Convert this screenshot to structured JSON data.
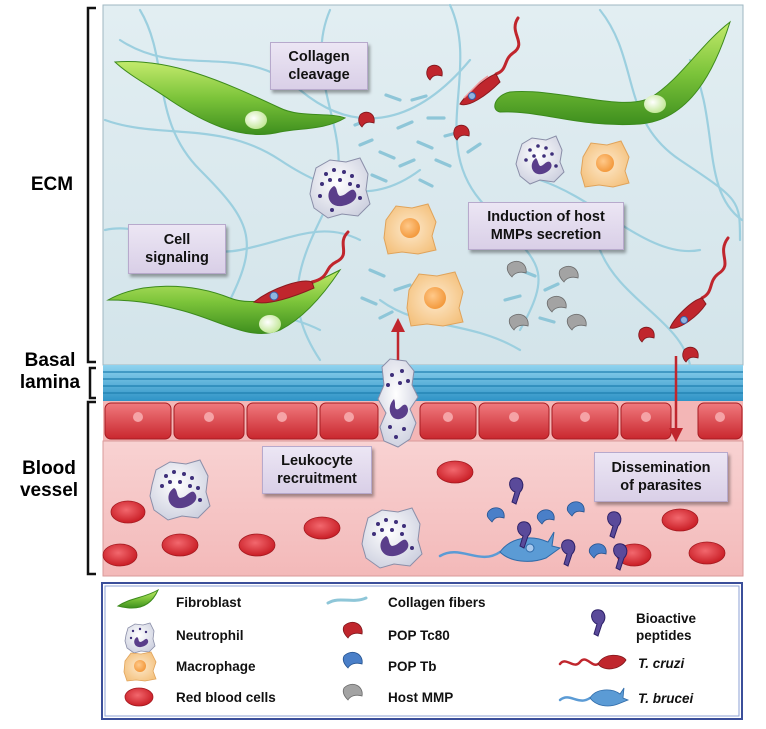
{
  "side_labels": {
    "ecm": "ECM",
    "basal_lamina": "Basal\nlamina",
    "blood_vessel": "Blood\nvessel"
  },
  "callouts": {
    "collagen_cleavage": "Collagen\ncleavage",
    "induction": "Induction of host\nMMPs secretion",
    "cell_signaling": "Cell\nsignaling",
    "leukocyte_recruitment": "Leukocyte\nrecruitment",
    "dissemination": "Dissemination\nof parasites"
  },
  "legend": {
    "fibroblast": "Fibroblast",
    "neutrophil": "Neutrophil",
    "macrophage": "Macrophage",
    "red_blood_cells": "Red blood cells",
    "collagen_fibers": "Collagen fibers",
    "pop_tc80": "POP Tc80",
    "pop_tb": "POP Tb",
    "host_mmp": "Host MMP",
    "bioactive_peptides": "Bioactive\npeptides",
    "t_cruzi": "T. cruzi",
    "t_brucei": "T. brucei"
  },
  "colors": {
    "ecm_background": "#dde9ee",
    "collagen": "#8ec6d8",
    "fibroblast": "#7cc43a",
    "vessel_lumen": "#f6c5c5",
    "endothelium": "#e0434a",
    "basal_lamina": "#3fa8d8",
    "red_blood_cell": "#e8333b",
    "macrophage": "#f8d6a6",
    "neutrophil": "#5a3e8a",
    "t_cruzi": "#c0262d",
    "t_brucei": "#5b9bd5",
    "pop_tb": "#4a7fc8",
    "host_mmp": "#9a9a9a",
    "peptide": "#4b3a8a"
  }
}
